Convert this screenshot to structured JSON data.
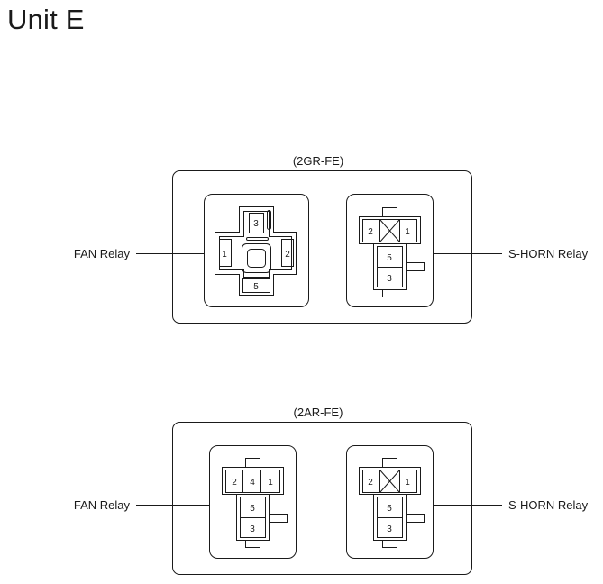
{
  "page": {
    "title": "Unit E"
  },
  "groups": [
    {
      "engine": "(2GR-FE)",
      "left_label": "FAN Relay",
      "right_label": "S-HORN Relay",
      "fan_pins": [
        "3",
        "1",
        "2",
        "5"
      ],
      "horn_pins": [
        "2",
        "1",
        "5",
        "3"
      ]
    },
    {
      "engine": "(2AR-FE)",
      "left_label": "FAN Relay",
      "right_label": "S-HORN Relay",
      "fan_pins": [
        "2",
        "4",
        "1",
        "5",
        "3"
      ],
      "horn_pins": [
        "2",
        "1",
        "5",
        "3"
      ]
    }
  ],
  "colors": {
    "line": "#1a1a1a",
    "background": "#ffffff"
  }
}
